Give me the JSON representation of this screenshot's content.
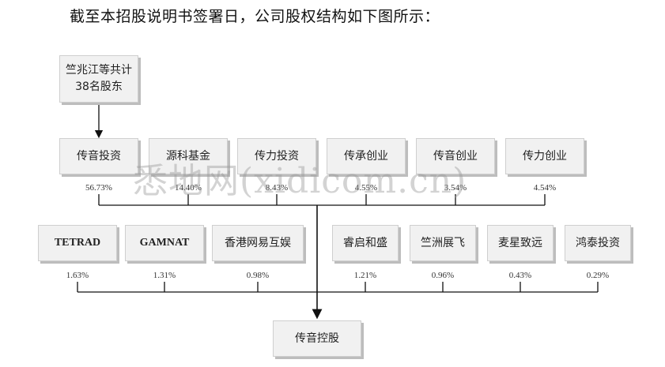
{
  "heading": "截至本招股说明书签署日，公司股权结构如下图所示：",
  "top_holder": {
    "line1": "竺兆江等共计",
    "line2": "38名股东"
  },
  "row1": [
    {
      "name": "传音投资",
      "pct": "56.73%"
    },
    {
      "name": "源科基金",
      "pct": "14.40%"
    },
    {
      "name": "传力投资",
      "pct": "8.43%"
    },
    {
      "name": "传承创业",
      "pct": "4.55%"
    },
    {
      "name": "传音创业",
      "pct": "3.54%"
    },
    {
      "name": "传力创业",
      "pct": "4.54%"
    }
  ],
  "row2": [
    {
      "name": "TETRAD",
      "pct": "1.63%"
    },
    {
      "name": "GAMNAT",
      "pct": "1.31%"
    },
    {
      "name": "香港网易互娱",
      "pct": "0.98%"
    },
    {
      "name": "睿启和盛",
      "pct": "1.21%"
    },
    {
      "name": "竺洲展飞",
      "pct": "0.96%"
    },
    {
      "name": "麦星致远",
      "pct": "0.43%"
    },
    {
      "name": "鸿泰投资",
      "pct": "0.29%"
    }
  ],
  "company": "传音控股",
  "watermark": "悉地网(xidicom.cn)",
  "colors": {
    "box_fill": "#f1f1f1",
    "box_shadow": "#bdbdbd",
    "line": "#111111"
  }
}
